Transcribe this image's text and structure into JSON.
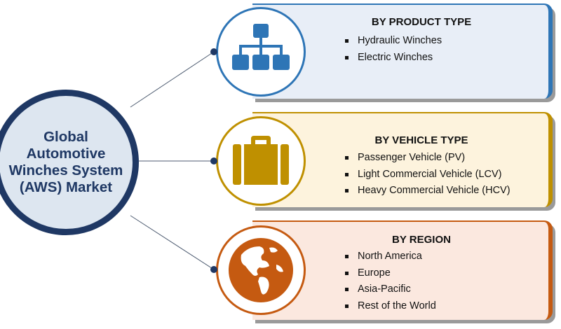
{
  "center": {
    "title": "Global\nAutomotive\nWinches System\n(AWS)  Market"
  },
  "segments": [
    {
      "heading": "BY PRODUCT TYPE",
      "icon": "hierarchy-icon",
      "color": "#2e75b6",
      "panel_color": "#e8eef7",
      "items": [
        "Hydraulic Winches",
        "Electric Winches"
      ]
    },
    {
      "heading": "BY VEHICLE TYPE",
      "icon": "briefcase-icon",
      "color": "#bf9000",
      "panel_color": "#fdf3dd",
      "items": [
        "Passenger Vehicle (PV)",
        "Light Commercial Vehicle (LCV)",
        "Heavy Commercial Vehicle (HCV)"
      ]
    },
    {
      "heading": "BY REGION",
      "icon": "globe-icon",
      "color": "#c55a11",
      "panel_color": "#fbe8df",
      "items": [
        "North America",
        "Europe",
        "Asia-Pacific",
        "Rest of the World"
      ]
    }
  ]
}
